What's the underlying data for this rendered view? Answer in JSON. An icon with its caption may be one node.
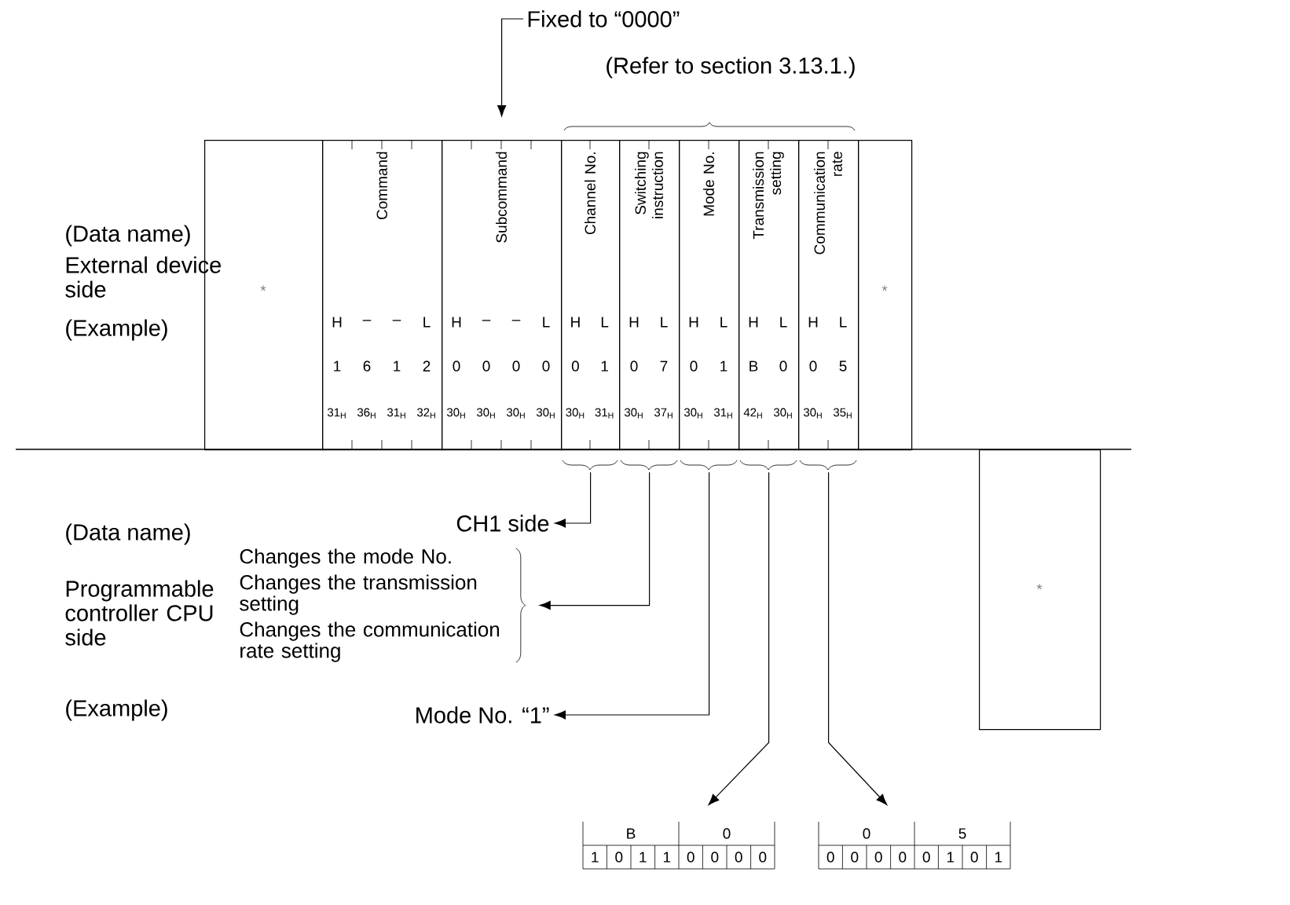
{
  "diagram": {
    "nodes": [
      {
        "text": [
          "Fixed to “0000”"
        ]
      },
      {
        "text": [
          "*"
        ]
      },
      {
        "text": [
          "Command",
          "H",
          "–",
          "–",
          "L",
          "1",
          "6",
          "1",
          "2",
          "31$_{H}$",
          "36$_{H}$",
          "31$_{H}$",
          "32$_{H}$"
        ]
      },
      {
        "text": [
          "Subcommand",
          "H",
          "–",
          "–",
          "L",
          "0",
          "0",
          "0",
          "0",
          "30$_{H}$",
          "30$_{H}$",
          "30$_{H}$",
          "30$_{H}$"
        ]
      },
      {
        "text": [
          "Channel No.",
          "H",
          "L",
          "0",
          "1",
          "30$_{H}$",
          "31$_{H}$"
        ]
      },
      {
        "text": [
          "Switching instruction",
          "H",
          "L",
          "0",
          "7",
          "30$_{H}$",
          "37$_{H}$"
        ]
      },
      {
        "text": [
          "Mode No.",
          "H",
          "L",
          "0",
          "1",
          "30$_{H}$",
          "31$_{H}$"
        ]
      },
      {
        "text": [
          "Transmission setting",
          "H",
          "L",
          "B",
          "0",
          "42$_{H}$",
          "30$_{H}$"
        ]
      },
      {
        "text": [
          "Communication rate",
          "H",
          "L",
          "0",
          "5",
          "30$_{H}$",
          "35$_{H}$"
        ]
      },
      {
        "text": [
          "*"
        ]
      },
      {
        "text": [
          "CH1 side"
        ]
      },
      {
        "text": [
          "Changes the mode No.",
          "Changes the transmission setting",
          "Changes the communication rate setting"
        ]
      },
      {
        "text": [
          "Mode No. “1”"
        ]
      },
      {
        "text": [
          "*"
        ]
      },
      {
        "text": [
          "B",
          "0",
          "1",
          "0",
          "1",
          "1",
          "0",
          "0",
          "0",
          "0"
        ]
      },
      {
        "text": [
          "0",
          "5",
          "0",
          "0",
          "0",
          "0",
          "0",
          "1",
          "0",
          "1"
        ]
      }
    ],
    "edges": [
      {
        "from": 0,
        "to": 3,
        "arrow": "to"
      },
      {
        "from": 4,
        "to": 10,
        "arrow": "to"
      },
      {
        "from": 5,
        "to": 11,
        "arrow": "to"
      },
      {
        "from": 6,
        "to": 12,
        "arrow": "to"
      },
      {
        "from": 7,
        "to": 14,
        "arrow": "to"
      },
      {
        "from": 8,
        "to": 15,
        "arrow": "to"
      }
    ],
    "labels": [
      "(Refer to section 3.13.1.)",
      "(Data name)",
      "External device side",
      "(Example)",
      "(Data name)",
      "Programmable controller CPU side",
      "(Example)"
    ]
  }
}
